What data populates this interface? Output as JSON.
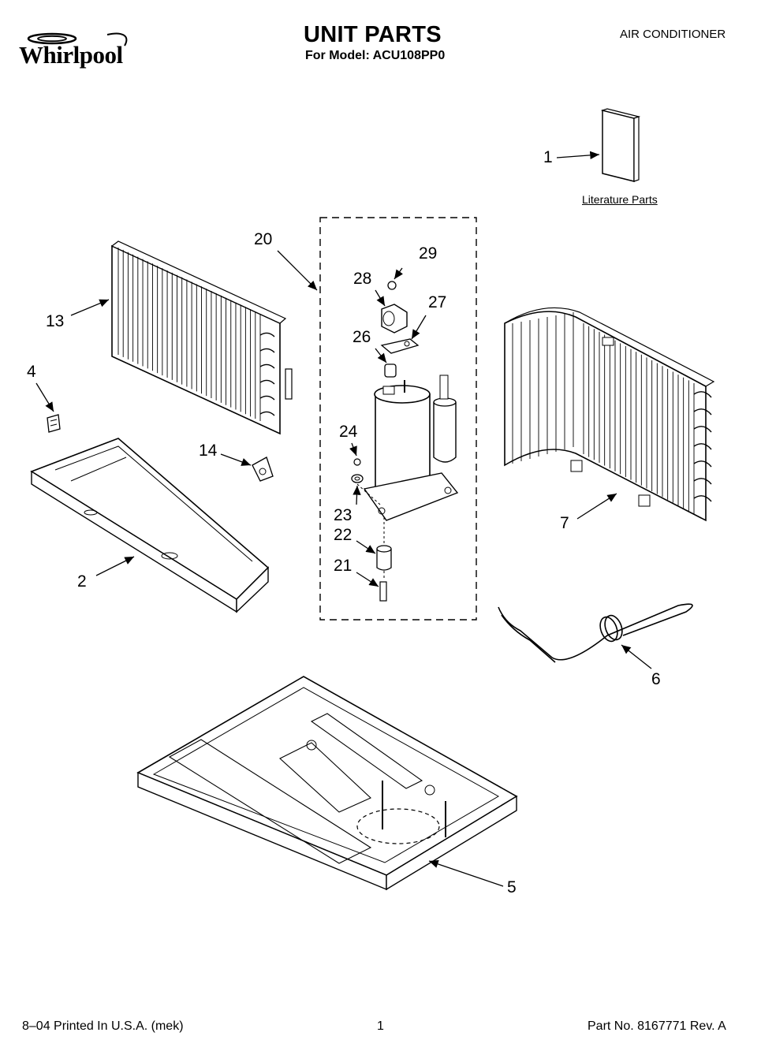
{
  "header": {
    "brand": "Whirlpool",
    "title": "UNIT PARTS",
    "subtitle": "For Model: ACU108PP0",
    "category": "AIR CONDITIONER"
  },
  "literature": {
    "label": "Literature Parts"
  },
  "callouts": {
    "c1": "1",
    "c2": "2",
    "c4": "4",
    "c5": "5",
    "c6": "6",
    "c7": "7",
    "c13": "13",
    "c14": "14",
    "c20": "20",
    "c21": "21",
    "c22": "22",
    "c23": "23",
    "c24": "24",
    "c26": "26",
    "c27": "27",
    "c28": "28",
    "c29": "29"
  },
  "footer": {
    "left": "8–04 Printed In U.S.A. (mek)",
    "page": "1",
    "part": "Part No. 8167771 Rev. A"
  }
}
